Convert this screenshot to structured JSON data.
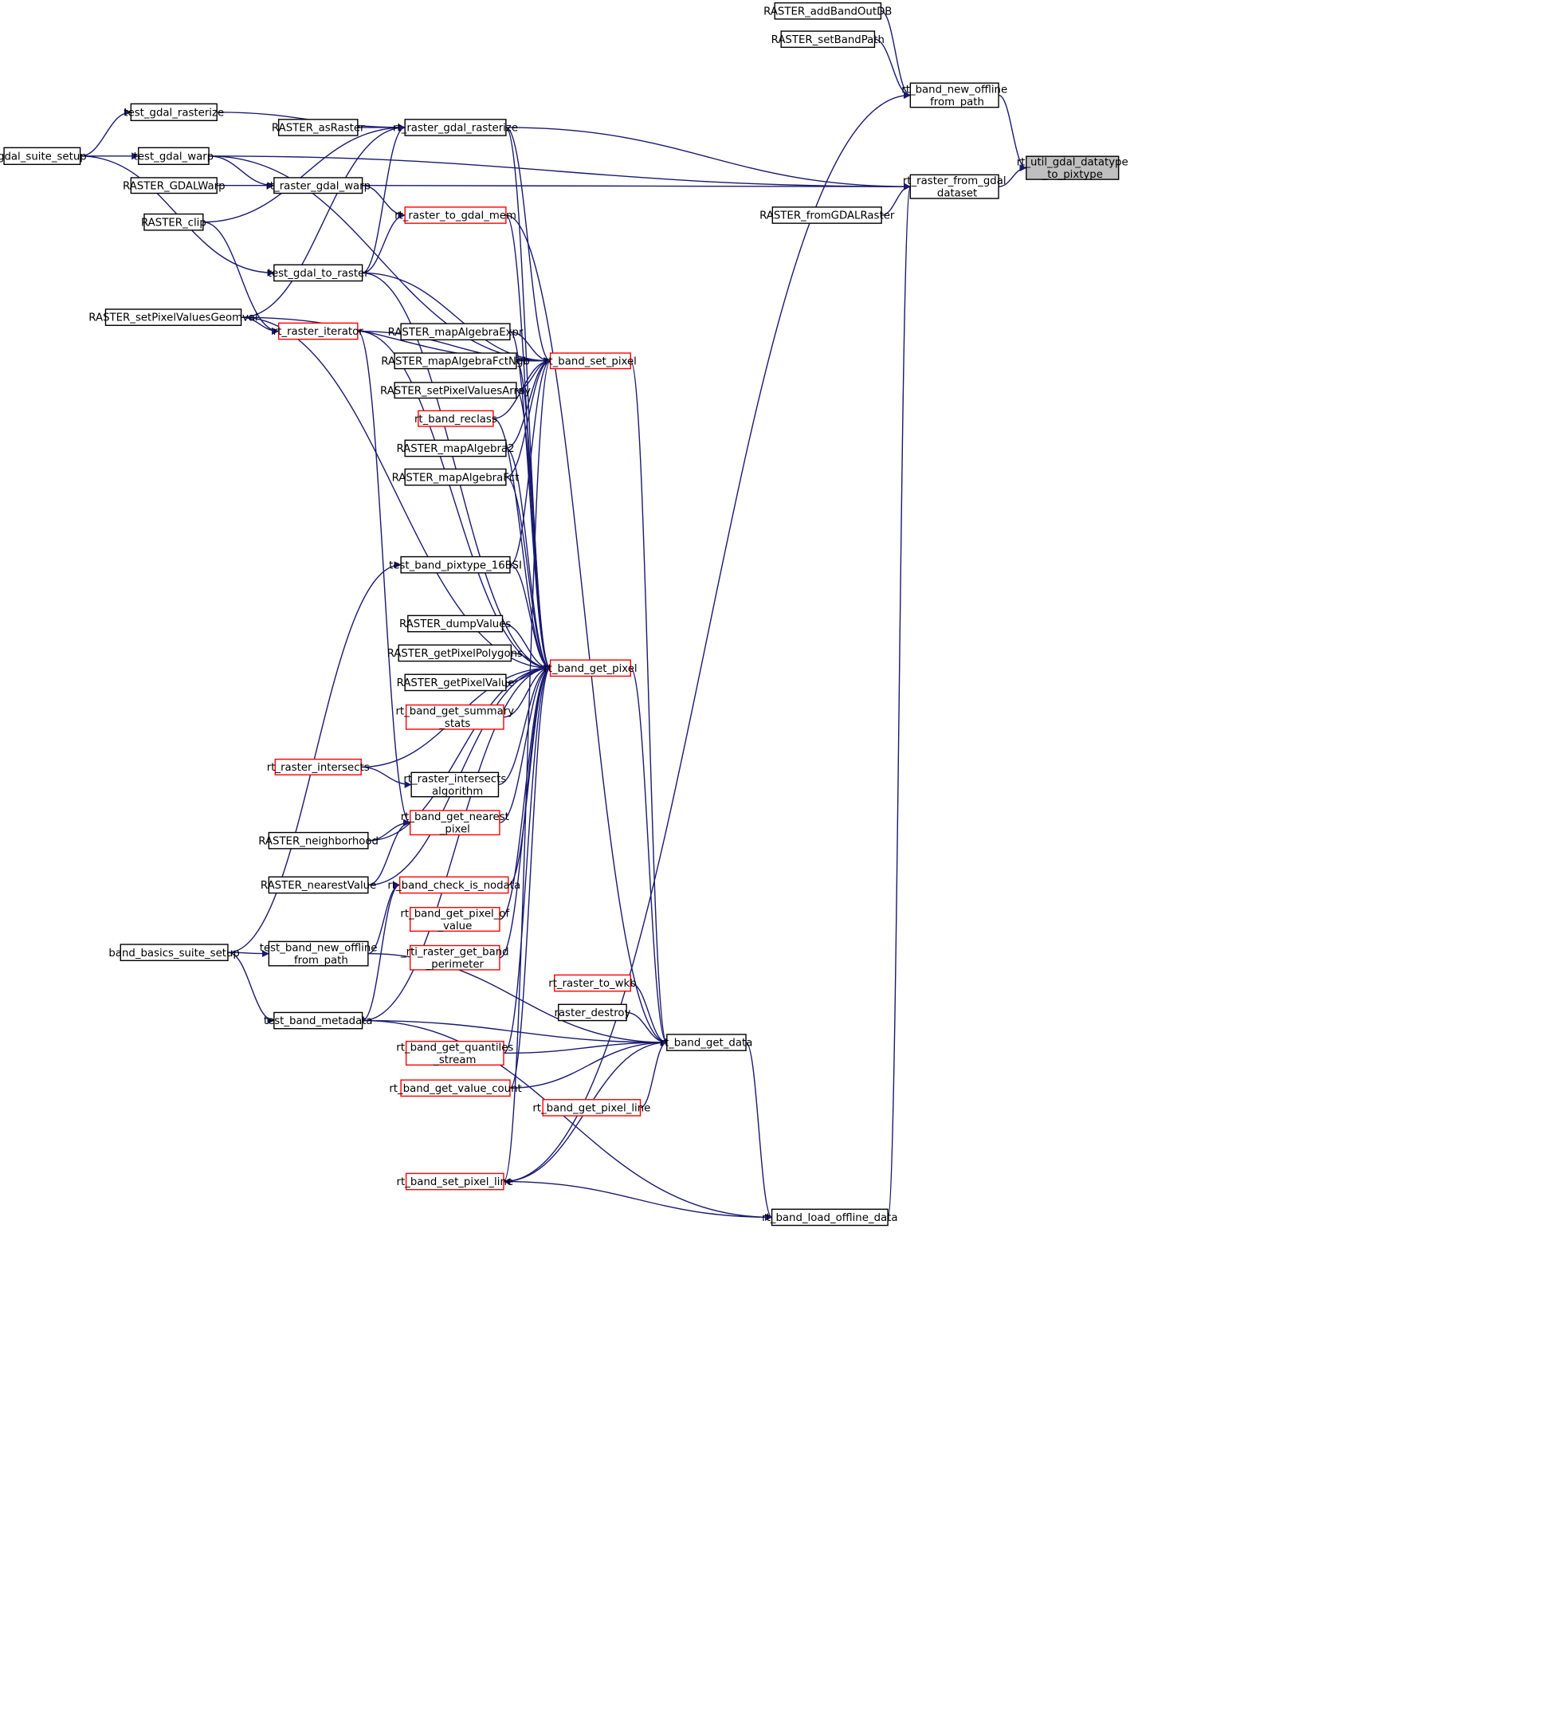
{
  "colors": {
    "edge": "#191970",
    "node_border": "#000000",
    "node_border_red": "#ff0000",
    "focus_fill": "#bfbfbf",
    "node_fill": "#ffffff",
    "text": "#000000"
  },
  "nodes": [
    {
      "id": "addBandOutDB",
      "lines": [
        "RASTER_addBandOutDB"
      ],
      "border": "black"
    },
    {
      "id": "setBandPath",
      "lines": [
        "RASTER_setBandPath"
      ],
      "border": "black"
    },
    {
      "id": "new_offline",
      "lines": [
        "rt_band_new_offline",
        "_from_path"
      ],
      "border": "black"
    },
    {
      "id": "util_pixtype",
      "lines": [
        "rt_util_gdal_datatype",
        "_to_pixtype"
      ],
      "border": "black",
      "focus": true
    },
    {
      "id": "from_gdal",
      "lines": [
        "rt_raster_from_gdal",
        "_dataset"
      ],
      "border": "black"
    },
    {
      "id": "fromGDALRaster",
      "lines": [
        "RASTER_fromGDALRaster"
      ],
      "border": "black"
    },
    {
      "id": "test_rasterize",
      "lines": [
        "test_gdal_rasterize"
      ],
      "border": "black"
    },
    {
      "id": "asRaster",
      "lines": [
        "RASTER_asRaster"
      ],
      "border": "black"
    },
    {
      "id": "gdal_rasterize",
      "lines": [
        "rt_raster_gdal_rasterize"
      ],
      "border": "black"
    },
    {
      "id": "gdal_suite",
      "lines": [
        "gdal_suite_setup"
      ],
      "border": "black"
    },
    {
      "id": "test_warp",
      "lines": [
        "test_gdal_warp"
      ],
      "border": "black"
    },
    {
      "id": "GDALWarp",
      "lines": [
        "RASTER_GDALWarp"
      ],
      "border": "black"
    },
    {
      "id": "gdal_warp",
      "lines": [
        "rt_raster_gdal_warp"
      ],
      "border": "black"
    },
    {
      "id": "clip",
      "lines": [
        "RASTER_clip"
      ],
      "border": "black"
    },
    {
      "id": "to_gdal_mem",
      "lines": [
        "rt_raster_to_gdal_mem"
      ],
      "border": "red"
    },
    {
      "id": "test_to_raster",
      "lines": [
        "test_gdal_to_raster"
      ],
      "border": "black"
    },
    {
      "id": "setPVGeomval",
      "lines": [
        "RASTER_setPixelValuesGeomval"
      ],
      "border": "black"
    },
    {
      "id": "iterator",
      "lines": [
        "rt_raster_iterator"
      ],
      "border": "red"
    },
    {
      "id": "mapAlgebraExpr",
      "lines": [
        "RASTER_mapAlgebraExpr"
      ],
      "border": "black"
    },
    {
      "id": "mapAlgebraFctNgb",
      "lines": [
        "RASTER_mapAlgebraFctNgb"
      ],
      "border": "black"
    },
    {
      "id": "set_pixel",
      "lines": [
        "rt_band_set_pixel"
      ],
      "border": "red"
    },
    {
      "id": "setPVArray",
      "lines": [
        "RASTER_setPixelValuesArray"
      ],
      "border": "black"
    },
    {
      "id": "reclass",
      "lines": [
        "rt_band_reclass"
      ],
      "border": "red"
    },
    {
      "id": "mapAlgebra2",
      "lines": [
        "RASTER_mapAlgebra2"
      ],
      "border": "black"
    },
    {
      "id": "mapAlgebraFct",
      "lines": [
        "RASTER_mapAlgebraFct"
      ],
      "border": "black"
    },
    {
      "id": "pixtype16",
      "lines": [
        "test_band_pixtype_16BSI"
      ],
      "border": "black"
    },
    {
      "id": "dumpValues",
      "lines": [
        "RASTER_dumpValues"
      ],
      "border": "black"
    },
    {
      "id": "getPixelPolygons",
      "lines": [
        "RASTER_getPixelPolygons"
      ],
      "border": "black"
    },
    {
      "id": "get_pixel",
      "lines": [
        "rt_band_get_pixel"
      ],
      "border": "red"
    },
    {
      "id": "getPixelValue",
      "lines": [
        "RASTER_getPixelValue"
      ],
      "border": "black"
    },
    {
      "id": "summary_stats",
      "lines": [
        "rt_band_get_summary",
        "_stats"
      ],
      "border": "red"
    },
    {
      "id": "intersects",
      "lines": [
        "rt_raster_intersects"
      ],
      "border": "red"
    },
    {
      "id": "intersects_alg",
      "lines": [
        "rt_raster_intersects",
        "_algorithm"
      ],
      "border": "black"
    },
    {
      "id": "nearest_pixel",
      "lines": [
        "rt_band_get_nearest",
        "_pixel"
      ],
      "border": "red"
    },
    {
      "id": "neighborhood",
      "lines": [
        "RASTER_neighborhood"
      ],
      "border": "black"
    },
    {
      "id": "nearestValue",
      "lines": [
        "RASTER_nearestValue"
      ],
      "border": "black"
    },
    {
      "id": "check_nodata",
      "lines": [
        "rt_band_check_is_nodata"
      ],
      "border": "red"
    },
    {
      "id": "pixel_of_value",
      "lines": [
        "rt_band_get_pixel_of",
        "_value"
      ],
      "border": "red"
    },
    {
      "id": "band_suite",
      "lines": [
        "band_basics_suite_setup"
      ],
      "border": "black"
    },
    {
      "id": "test_new_offline",
      "lines": [
        "test_band_new_offline",
        "_from_path"
      ],
      "border": "black"
    },
    {
      "id": "perimeter",
      "lines": [
        "_rti_raster_get_band",
        "_perimeter"
      ],
      "border": "red"
    },
    {
      "id": "to_wkb",
      "lines": [
        "rt_raster_to_wkb"
      ],
      "border": "red"
    },
    {
      "id": "raster_destroy",
      "lines": [
        "raster_destroy"
      ],
      "border": "black"
    },
    {
      "id": "test_metadata",
      "lines": [
        "test_band_metadata"
      ],
      "border": "black"
    },
    {
      "id": "get_data",
      "lines": [
        "rt_band_get_data"
      ],
      "border": "black"
    },
    {
      "id": "quantiles",
      "lines": [
        "rt_band_get_quantiles",
        "_stream"
      ],
      "border": "red"
    },
    {
      "id": "pixel_line",
      "lines": [
        "rt_band_get_pixel_line"
      ],
      "border": "red"
    },
    {
      "id": "value_count",
      "lines": [
        "rt_band_get_value_count"
      ],
      "border": "red"
    },
    {
      "id": "set_pixel_line",
      "lines": [
        "rt_band_set_pixel_line"
      ],
      "border": "red"
    },
    {
      "id": "load_offline",
      "lines": [
        "rt_band_load_offline_data"
      ],
      "border": "black"
    }
  ],
  "edges": [
    {
      "from": "addBandOutDB",
      "to": "new_offline"
    },
    {
      "from": "setBandPath",
      "to": "new_offline"
    },
    {
      "from": "new_offline",
      "to": "util_pixtype"
    },
    {
      "from": "from_gdal",
      "to": "util_pixtype"
    },
    {
      "from": "fromGDALRaster",
      "to": "from_gdal"
    },
    {
      "from": "gdal_rasterize",
      "to": "from_gdal"
    },
    {
      "from": "gdal_warp",
      "to": "from_gdal"
    },
    {
      "from": "test_warp",
      "to": "from_gdal"
    },
    {
      "from": "load_offline",
      "to": "from_gdal"
    },
    {
      "from": "set_pixel_line",
      "to": "new_offline"
    },
    {
      "from": "asRaster",
      "to": "gdal_rasterize"
    },
    {
      "from": "test_rasterize",
      "to": "gdal_rasterize"
    },
    {
      "from": "gdal_suite",
      "to": "test_rasterize"
    },
    {
      "from": "gdal_suite",
      "to": "test_warp"
    },
    {
      "from": "gdal_suite",
      "to": "test_to_raster"
    },
    {
      "from": "test_warp",
      "to": "gdal_warp"
    },
    {
      "from": "GDALWarp",
      "to": "gdal_warp"
    },
    {
      "from": "clip",
      "to": "gdal_rasterize"
    },
    {
      "from": "clip",
      "to": "iterator"
    },
    {
      "from": "gdal_warp",
      "to": "to_gdal_mem"
    },
    {
      "from": "test_to_raster",
      "to": "to_gdal_mem"
    },
    {
      "from": "test_to_raster",
      "to": "gdal_rasterize"
    },
    {
      "from": "setPVGeomval",
      "to": "gdal_rasterize"
    },
    {
      "from": "setPVGeomval",
      "to": "iterator"
    },
    {
      "from": "iterator",
      "to": "set_pixel"
    },
    {
      "from": "iterator",
      "to": "nearest_pixel"
    },
    {
      "from": "mapAlgebraExpr",
      "to": "set_pixel"
    },
    {
      "from": "mapAlgebraFctNgb",
      "to": "set_pixel"
    },
    {
      "from": "setPVArray",
      "to": "set_pixel"
    },
    {
      "from": "reclass",
      "to": "set_pixel"
    },
    {
      "from": "mapAlgebra2",
      "to": "set_pixel"
    },
    {
      "from": "mapAlgebraFct",
      "to": "set_pixel"
    },
    {
      "from": "pixtype16",
      "to": "set_pixel"
    },
    {
      "from": "test_to_raster",
      "to": "set_pixel"
    },
    {
      "from": "gdal_rasterize",
      "to": "set_pixel"
    },
    {
      "from": "setPVGeomval",
      "to": "set_pixel"
    },
    {
      "from": "test_warp",
      "to": "set_pixel"
    },
    {
      "from": "gdal_rasterize",
      "to": "get_pixel"
    },
    {
      "from": "to_gdal_mem",
      "to": "get_pixel"
    },
    {
      "from": "test_to_raster",
      "to": "get_pixel"
    },
    {
      "from": "setPVGeomval",
      "to": "get_pixel"
    },
    {
      "from": "iterator",
      "to": "get_pixel"
    },
    {
      "from": "mapAlgebraExpr",
      "to": "get_pixel"
    },
    {
      "from": "mapAlgebraFctNgb",
      "to": "get_pixel"
    },
    {
      "from": "setPVArray",
      "to": "get_pixel"
    },
    {
      "from": "reclass",
      "to": "get_pixel"
    },
    {
      "from": "mapAlgebra2",
      "to": "get_pixel"
    },
    {
      "from": "mapAlgebraFct",
      "to": "get_pixel"
    },
    {
      "from": "pixtype16",
      "to": "get_pixel"
    },
    {
      "from": "dumpValues",
      "to": "get_pixel"
    },
    {
      "from": "getPixelPolygons",
      "to": "get_pixel"
    },
    {
      "from": "getPixelValue",
      "to": "get_pixel"
    },
    {
      "from": "summary_stats",
      "to": "get_pixel"
    },
    {
      "from": "intersects",
      "to": "get_pixel"
    },
    {
      "from": "intersects",
      "to": "intersects_alg"
    },
    {
      "from": "intersects_alg",
      "to": "get_pixel"
    },
    {
      "from": "nearest_pixel",
      "to": "get_pixel"
    },
    {
      "from": "neighborhood",
      "to": "nearest_pixel"
    },
    {
      "from": "neighborhood",
      "to": "get_pixel"
    },
    {
      "from": "nearestValue",
      "to": "nearest_pixel"
    },
    {
      "from": "nearestValue",
      "to": "get_pixel"
    },
    {
      "from": "check_nodata",
      "to": "get_pixel"
    },
    {
      "from": "pixel_of_value",
      "to": "get_pixel"
    },
    {
      "from": "perimeter",
      "to": "get_pixel"
    },
    {
      "from": "test_metadata",
      "to": "get_pixel"
    },
    {
      "from": "quantiles",
      "to": "get_pixel"
    },
    {
      "from": "value_count",
      "to": "get_pixel"
    },
    {
      "from": "set_pixel_line",
      "to": "set_pixel"
    },
    {
      "from": "band_suite",
      "to": "pixtype16"
    },
    {
      "from": "band_suite",
      "to": "test_new_offline"
    },
    {
      "from": "band_suite",
      "to": "test_metadata"
    },
    {
      "from": "test_new_offline",
      "to": "check_nodata"
    },
    {
      "from": "test_metadata",
      "to": "check_nodata"
    },
    {
      "from": "test_new_offline",
      "to": "get_data"
    },
    {
      "from": "test_metadata",
      "to": "get_data"
    },
    {
      "from": "test_metadata",
      "to": "load_offline"
    },
    {
      "from": "set_pixel",
      "to": "get_data"
    },
    {
      "from": "get_pixel",
      "to": "get_data"
    },
    {
      "from": "to_gdal_mem",
      "to": "get_data"
    },
    {
      "from": "to_wkb",
      "to": "get_data"
    },
    {
      "from": "raster_destroy",
      "to": "get_data"
    },
    {
      "from": "quantiles",
      "to": "get_data"
    },
    {
      "from": "value_count",
      "to": "get_data"
    },
    {
      "from": "pixel_line",
      "to": "get_data"
    },
    {
      "from": "set_pixel_line",
      "to": "get_data"
    },
    {
      "from": "get_data",
      "to": "load_offline"
    },
    {
      "from": "load_offline",
      "to": "set_pixel_line"
    }
  ]
}
